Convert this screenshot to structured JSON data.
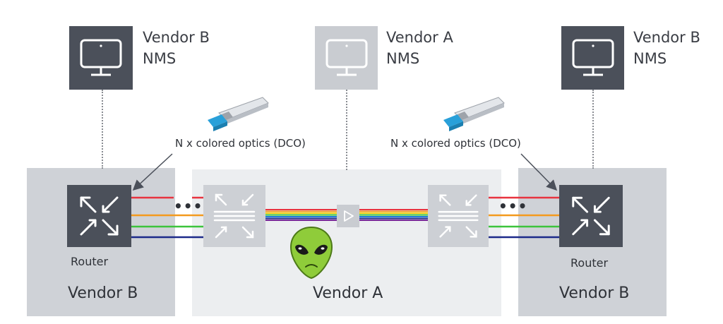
{
  "nms": [
    {
      "line1": "Vendor B",
      "line2": "NMS",
      "style": "dark"
    },
    {
      "line1": "Vendor A",
      "line2": "NMS",
      "style": "light"
    },
    {
      "line1": "Vendor B",
      "line2": "NMS",
      "style": "dark"
    }
  ],
  "optics_label": "N x colored optics (DCO)",
  "router_label": "Router",
  "zones": {
    "left": "Vendor B",
    "middle": "Vendor A",
    "right": "Vendor B"
  },
  "ellipsis": "•••",
  "colors": {
    "dark_box": "#4b505a",
    "light_box": "#c9ccd1",
    "red": "#e8333f",
    "orange": "#f39a1e",
    "green": "#3cc43c",
    "blue": "#1d2a8a",
    "alien_green": "#8fcc3a"
  },
  "icons": [
    "monitor-icon",
    "router-arrows-icon",
    "mux-icon",
    "amplifier-icon",
    "transceiver-icon",
    "alien-icon"
  ]
}
